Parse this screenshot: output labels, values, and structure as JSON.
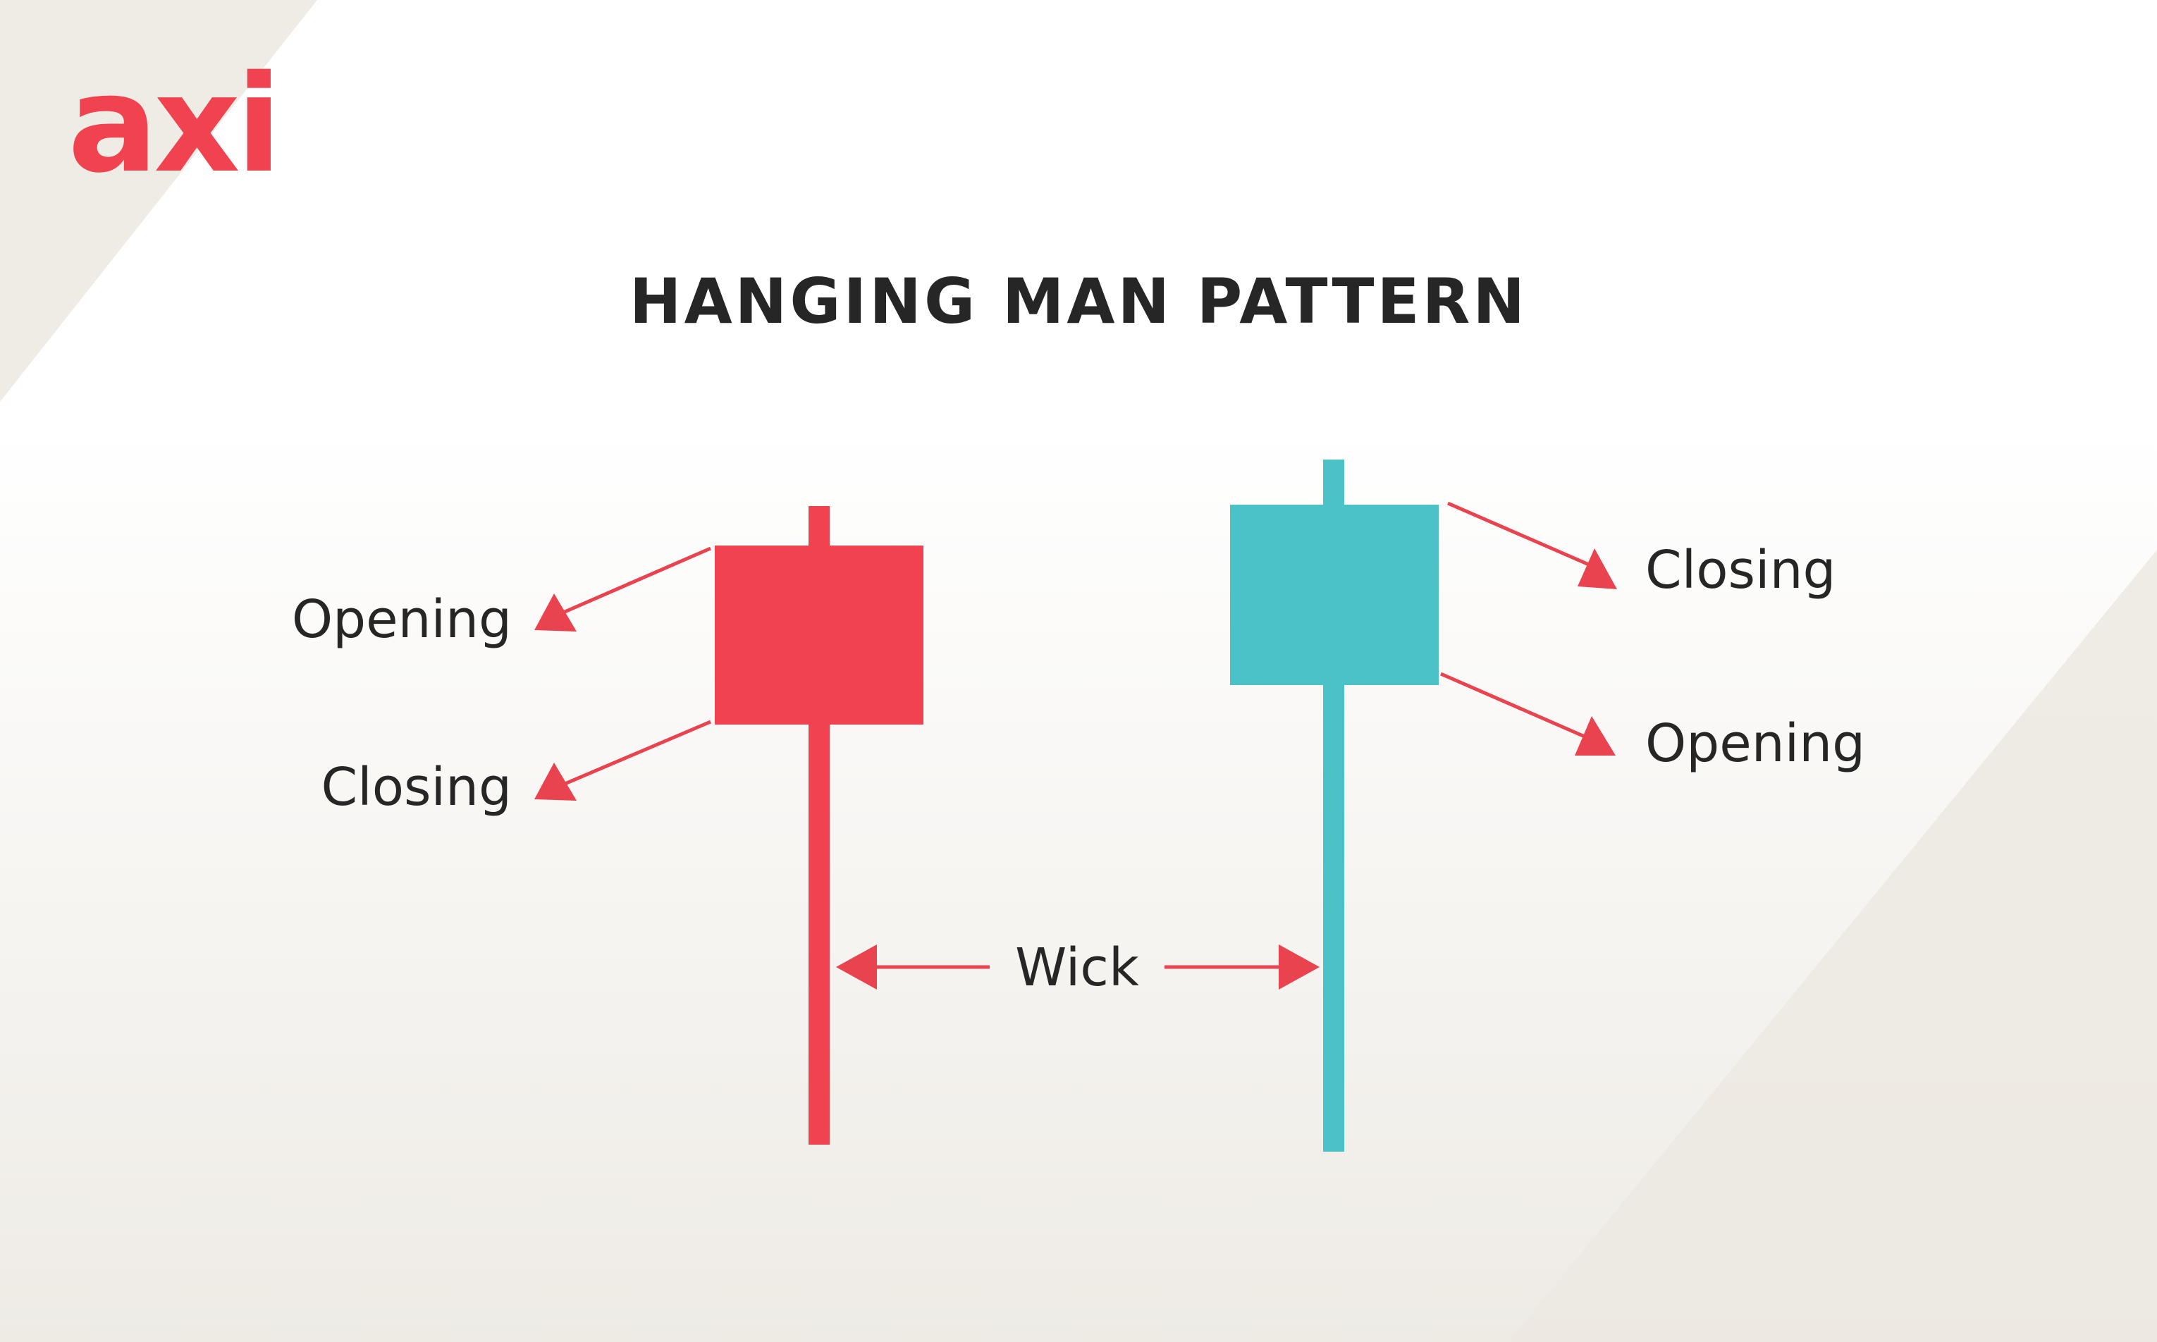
{
  "brand": {
    "logo_text": "axi",
    "logo_color": "#f0434f"
  },
  "title": "HANGING MAN PATTERN",
  "colors": {
    "bearish": "#f0434f",
    "bullish": "#4bc2c8",
    "arrow": "#e8434f",
    "text": "#262626",
    "background_light": "#ffffff",
    "background_warm": "#eeebe5"
  },
  "candles": [
    {
      "name": "bearish-candle",
      "color_key": "bearish",
      "top_label": "Opening",
      "bottom_label": "Closing"
    },
    {
      "name": "bullish-candle",
      "color_key": "bullish",
      "top_label": "Closing",
      "bottom_label": "Opening"
    }
  ],
  "wick_label": "Wick"
}
